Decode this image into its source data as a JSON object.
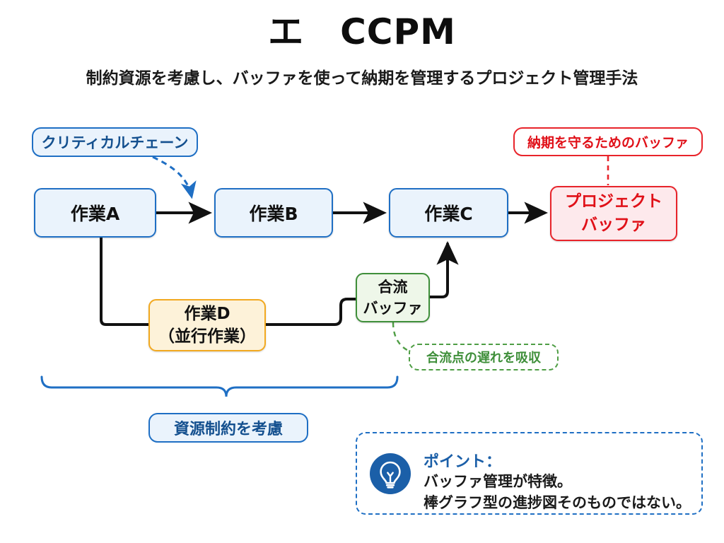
{
  "header": {
    "title": "エ　CCPM",
    "subtitle": "制約資源を考慮し、バッファを使って納期を管理するプロジェクト管理手法"
  },
  "colors": {
    "task_fill": "#eaf3fc",
    "task_border": "#1f6fc4",
    "taskd_fill": "#fdf2d9",
    "taskd_border": "#f2a920",
    "merge_fill": "#eef7e9",
    "merge_border": "#3f8f3a",
    "buffer_fill": "#fde9ec",
    "buffer_border": "#e8242b",
    "accent_blue": "#1b5fa8",
    "accent_red": "#e01018",
    "accent_green": "#3f8f3a",
    "connector": "#111111"
  },
  "diagram": {
    "critical_chain_label": "クリティカルチェーン",
    "project_buffer_note": "納期を守るためのバッファ",
    "task_a": "作業A",
    "task_b": "作業B",
    "task_c": "作業C",
    "task_d_line1": "作業D",
    "task_d_line2": "（並行作業）",
    "merge_buffer_line1": "合流",
    "merge_buffer_line2": "バッファ",
    "merge_buffer_note": "合流点の遅れを吸収",
    "project_buffer_line1": "プロジェクト",
    "project_buffer_line2": "バッファ",
    "resource_label": "資源制約を考慮"
  },
  "point": {
    "icon": "lightbulb-icon",
    "heading": "ポイント：",
    "line1": "バッファ管理が特徴。",
    "line2": "棒グラフ型の進捗図そのものではない。"
  }
}
